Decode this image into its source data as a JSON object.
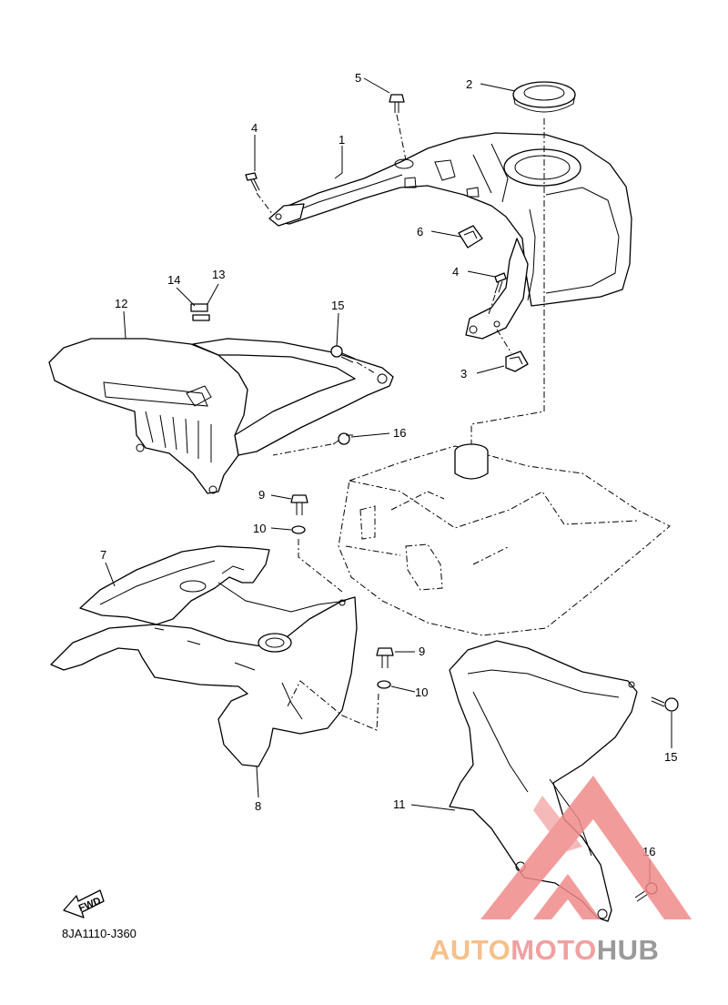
{
  "diagram": {
    "drawing_code": "8JA1110-J360",
    "fwd_label": "FWD",
    "callouts": [
      "1",
      "2",
      "3",
      "4",
      "4",
      "5",
      "6",
      "7",
      "8",
      "9",
      "9",
      "10",
      "10",
      "11",
      "12",
      "13",
      "14",
      "15",
      "15",
      "16",
      "16"
    ]
  },
  "watermark": {
    "part1": "AUTO",
    "part2": "MOTO",
    "part3": "HUB",
    "colors": {
      "auto": "#f5c08a",
      "moto": "#f0a0a0",
      "hub": "#9a9a9a",
      "triangle": "#f08a8a"
    }
  }
}
